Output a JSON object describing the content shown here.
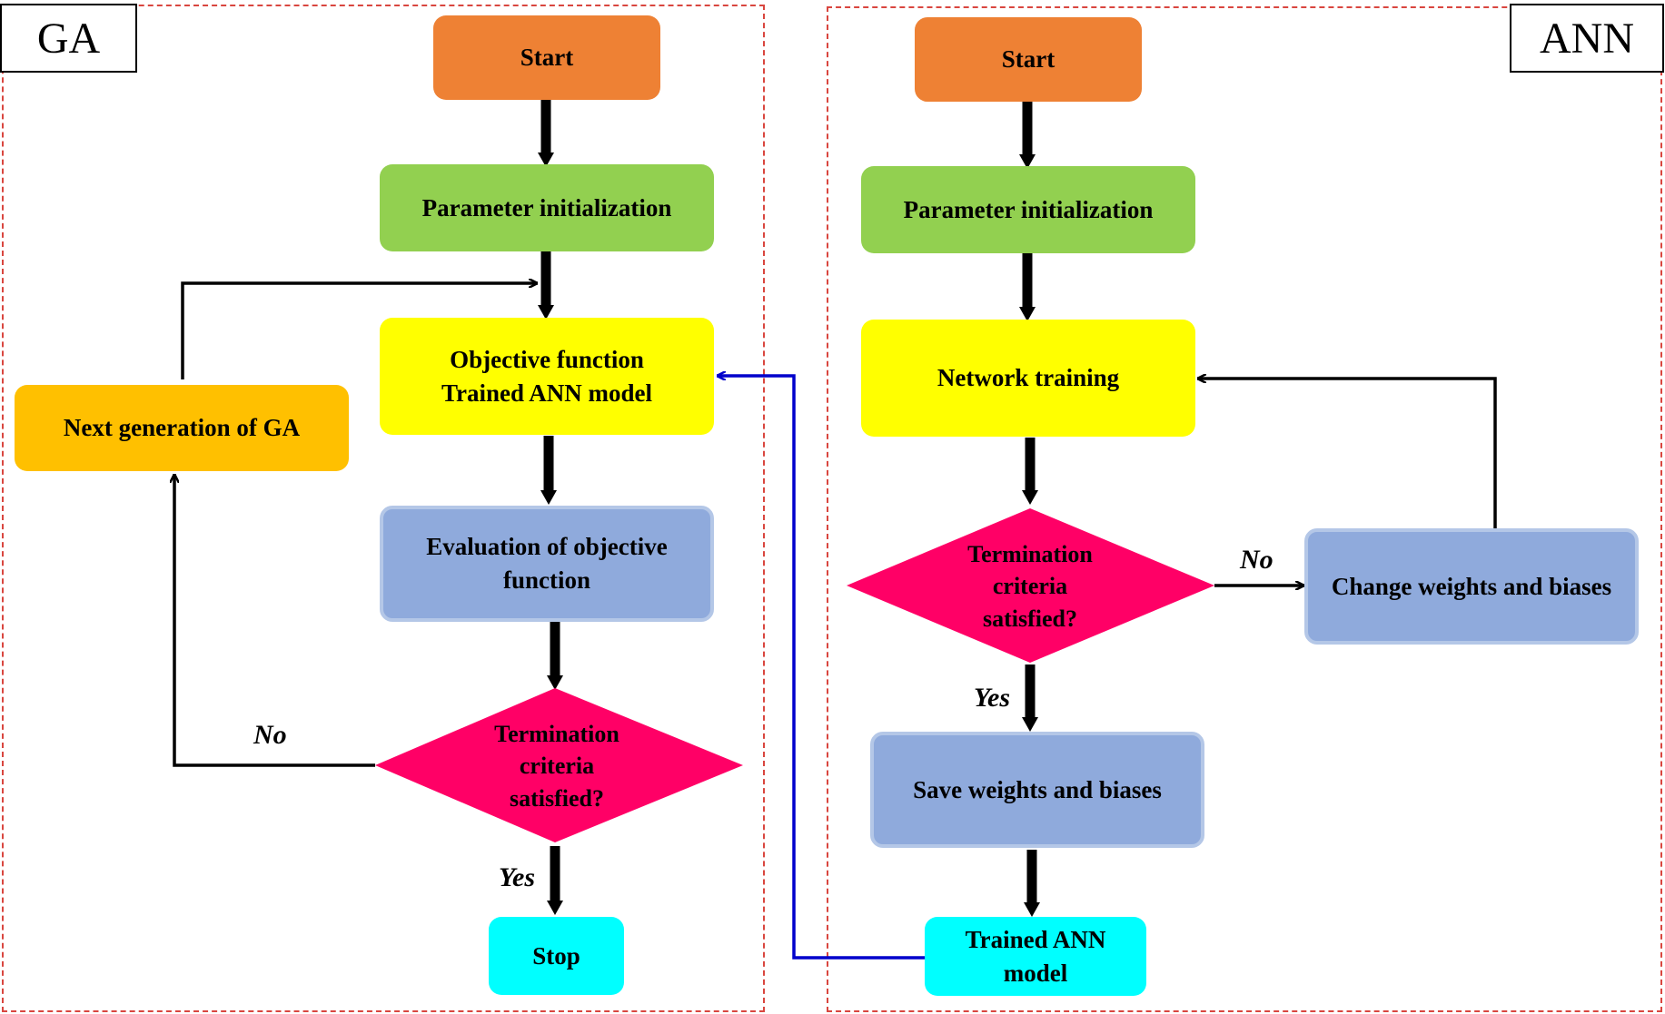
{
  "ga": {
    "tag": "GA",
    "start": "Start",
    "init": "Parameter initialization",
    "objective_line1": "Objective function",
    "objective_line2": "Trained ANN model",
    "evaluation_line1": "Evaluation of objective",
    "evaluation_line2": "function",
    "termination_line1": "Termination",
    "termination_line2": "criteria",
    "termination_line3": "satisfied?",
    "next_gen": "Next generation of GA",
    "stop": "Stop",
    "no_label": "No",
    "yes_label": "Yes"
  },
  "ann": {
    "tag": "ANN",
    "start": "Start",
    "init": "Parameter initialization",
    "training": "Network training",
    "termination_line1": "Termination",
    "termination_line2": "criteria",
    "termination_line3": "satisfied?",
    "change": "Change weights and biases",
    "save": "Save weights and biases",
    "trained_line1": "Trained ANN",
    "trained_line2": "model",
    "no_label": "No",
    "yes_label": "Yes"
  },
  "colors": {
    "start": "#ee8134",
    "init": "#92d050",
    "objective": "#ffff00",
    "next_gen": "#ffc000",
    "evaluation": "#8faadc",
    "decision": "#ff0066",
    "terminal": "#00ffff",
    "link_arrow": "#0000cc",
    "panel_border": "#d9463f"
  }
}
